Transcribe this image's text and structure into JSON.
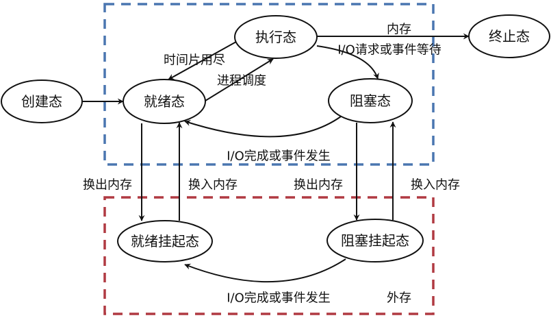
{
  "diagram": {
    "type": "process-state-transition",
    "regions": {
      "memory": {
        "label": "",
        "color": "#4a76b0"
      },
      "external_storage": {
        "label": "外存",
        "color": "#b03a42"
      }
    },
    "nodes": {
      "created": "创建态",
      "ready": "就绪态",
      "running": "执行态",
      "terminated": "终止态",
      "blocked": "阻塞态",
      "ready_suspended": "就绪挂起态",
      "blocked_suspended": "阻塞挂起态"
    },
    "edges": {
      "created_to_ready": "",
      "running_to_ready": "时间片用尽",
      "ready_to_running": "进程调度",
      "running_to_terminated": "内存",
      "running_to_blocked": "I/O请求或事件等待",
      "blocked_to_ready": "I/O完成或事件发生",
      "ready_to_ready_suspended": "换出内存",
      "ready_suspended_to_ready": "换入内存",
      "blocked_to_blocked_suspended": "换出内存",
      "blocked_suspended_to_blocked": "换入内存",
      "blocked_suspended_to_ready_suspended": "I/O完成或事件发生"
    }
  }
}
